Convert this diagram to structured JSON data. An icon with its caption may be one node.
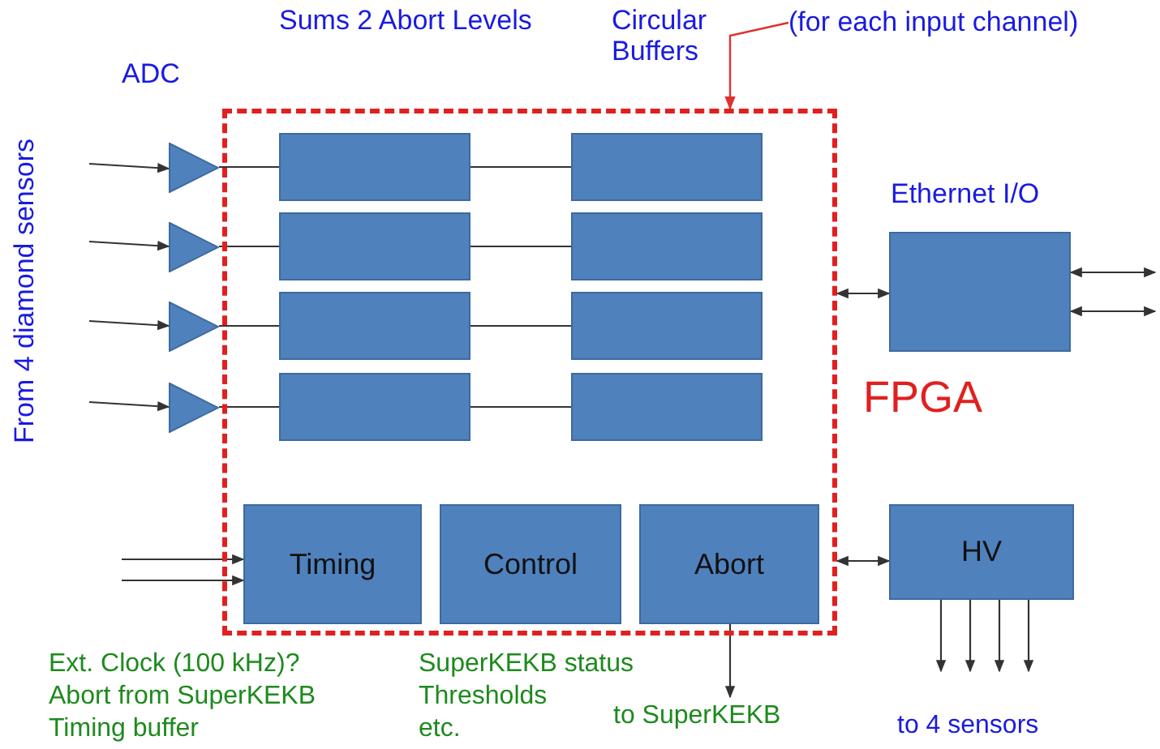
{
  "diagram": {
    "nodes": [
      {
        "text": [
          "FPGA"
        ]
      },
      {
        "text": [],
        "shape": "triangle"
      },
      {
        "text": [],
        "shape": "triangle"
      },
      {
        "text": [],
        "shape": "triangle"
      },
      {
        "text": [],
        "shape": "triangle"
      },
      {
        "text": [],
        "shape": "box",
        "in": 0
      },
      {
        "text": [],
        "shape": "box",
        "in": 0
      },
      {
        "text": [],
        "shape": "box",
        "in": 0
      },
      {
        "text": [],
        "shape": "box",
        "in": 0
      },
      {
        "text": [],
        "shape": "box",
        "in": 0
      },
      {
        "text": [],
        "shape": "box",
        "in": 0
      },
      {
        "text": [],
        "shape": "box",
        "in": 0
      },
      {
        "text": [],
        "shape": "box",
        "in": 0
      },
      {
        "text": [
          "Timing"
        ],
        "in": 0
      },
      {
        "text": [
          "Control"
        ],
        "in": 0
      },
      {
        "text": [
          "Abort"
        ],
        "in": 0
      },
      {
        "text": [
          "Ethernet I/O"
        ]
      },
      {
        "text": [
          "HV"
        ]
      },
      {
        "text": [
          "(for each input channel)"
        ]
      }
    ],
    "edges": [
      {
        "from": null,
        "to": 1,
        "arrow": "to"
      },
      {
        "from": null,
        "to": 2,
        "arrow": "to"
      },
      {
        "from": null,
        "to": 3,
        "arrow": "to"
      },
      {
        "from": null,
        "to": 4,
        "arrow": "to"
      },
      {
        "from": 1,
        "to": 5,
        "arrow": "none"
      },
      {
        "from": 2,
        "to": 6,
        "arrow": "none"
      },
      {
        "from": 3,
        "to": 7,
        "arrow": "none"
      },
      {
        "from": 4,
        "to": 8,
        "arrow": "none"
      },
      {
        "from": 5,
        "to": 9,
        "arrow": "none"
      },
      {
        "from": 6,
        "to": 10,
        "arrow": "none"
      },
      {
        "from": 7,
        "to": 11,
        "arrow": "none"
      },
      {
        "from": 8,
        "to": 12,
        "arrow": "none"
      },
      {
        "from": 0,
        "to": 16,
        "arrow": "both"
      },
      {
        "from": 16,
        "to": null,
        "arrow": "both"
      },
      {
        "from": 16,
        "to": null,
        "arrow": "both"
      },
      {
        "from": 0,
        "to": 17,
        "arrow": "both"
      },
      {
        "from": null,
        "to": 13,
        "arrow": "to"
      },
      {
        "from": null,
        "to": 13,
        "arrow": "to"
      },
      {
        "from": 15,
        "to": null,
        "arrow": "to",
        "label": "to SuperKEKB"
      },
      {
        "from": 17,
        "to": null,
        "arrow": "to"
      },
      {
        "from": 17,
        "to": null,
        "arrow": "to"
      },
      {
        "from": 17,
        "to": null,
        "arrow": "to"
      },
      {
        "from": 17,
        "to": null,
        "arrow": "to"
      },
      {
        "from": 18,
        "to": 0,
        "arrow": "to",
        "color": "#e03030"
      }
    ],
    "labels": [
      "ADC",
      "Sums 2 Abort Levels",
      "Circular Buffers",
      "From 4 diamond sensors",
      "Ext. Clock (100 kHz)?",
      "Abort from SuperKEKB",
      "Timing buffer",
      "SuperKEKB status",
      "Thresholds",
      "etc.",
      "to 4 sensors"
    ]
  }
}
